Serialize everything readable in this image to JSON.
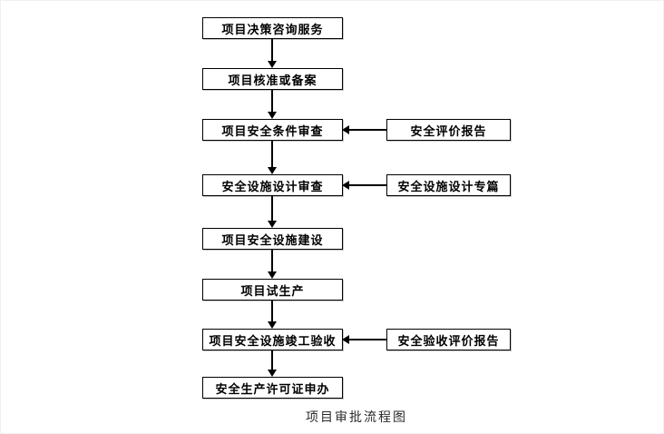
{
  "diagram": {
    "caption": "项目审批流程图",
    "main_flow": [
      "项目决策咨询服务",
      "项目核准或备案",
      "项目安全条件审查",
      "安全设施设计审查",
      "项目安全设施建设",
      "项目试生产",
      "项目安全设施竣工验收",
      "安全生产许可证申办"
    ],
    "side_inputs": [
      {
        "label": "安全评价报告",
        "points_to": "项目安全条件审查"
      },
      {
        "label": "安全设施设计专篇",
        "points_to": "安全设施设计审查"
      },
      {
        "label": "安全验收评价报告",
        "points_to": "项目安全设施竣工验收"
      }
    ],
    "colors": {
      "background": "#ffffff",
      "box_border": "#000000",
      "arrow": "#000000",
      "text": "#000000",
      "caption_text": "#2b2b2b"
    }
  }
}
